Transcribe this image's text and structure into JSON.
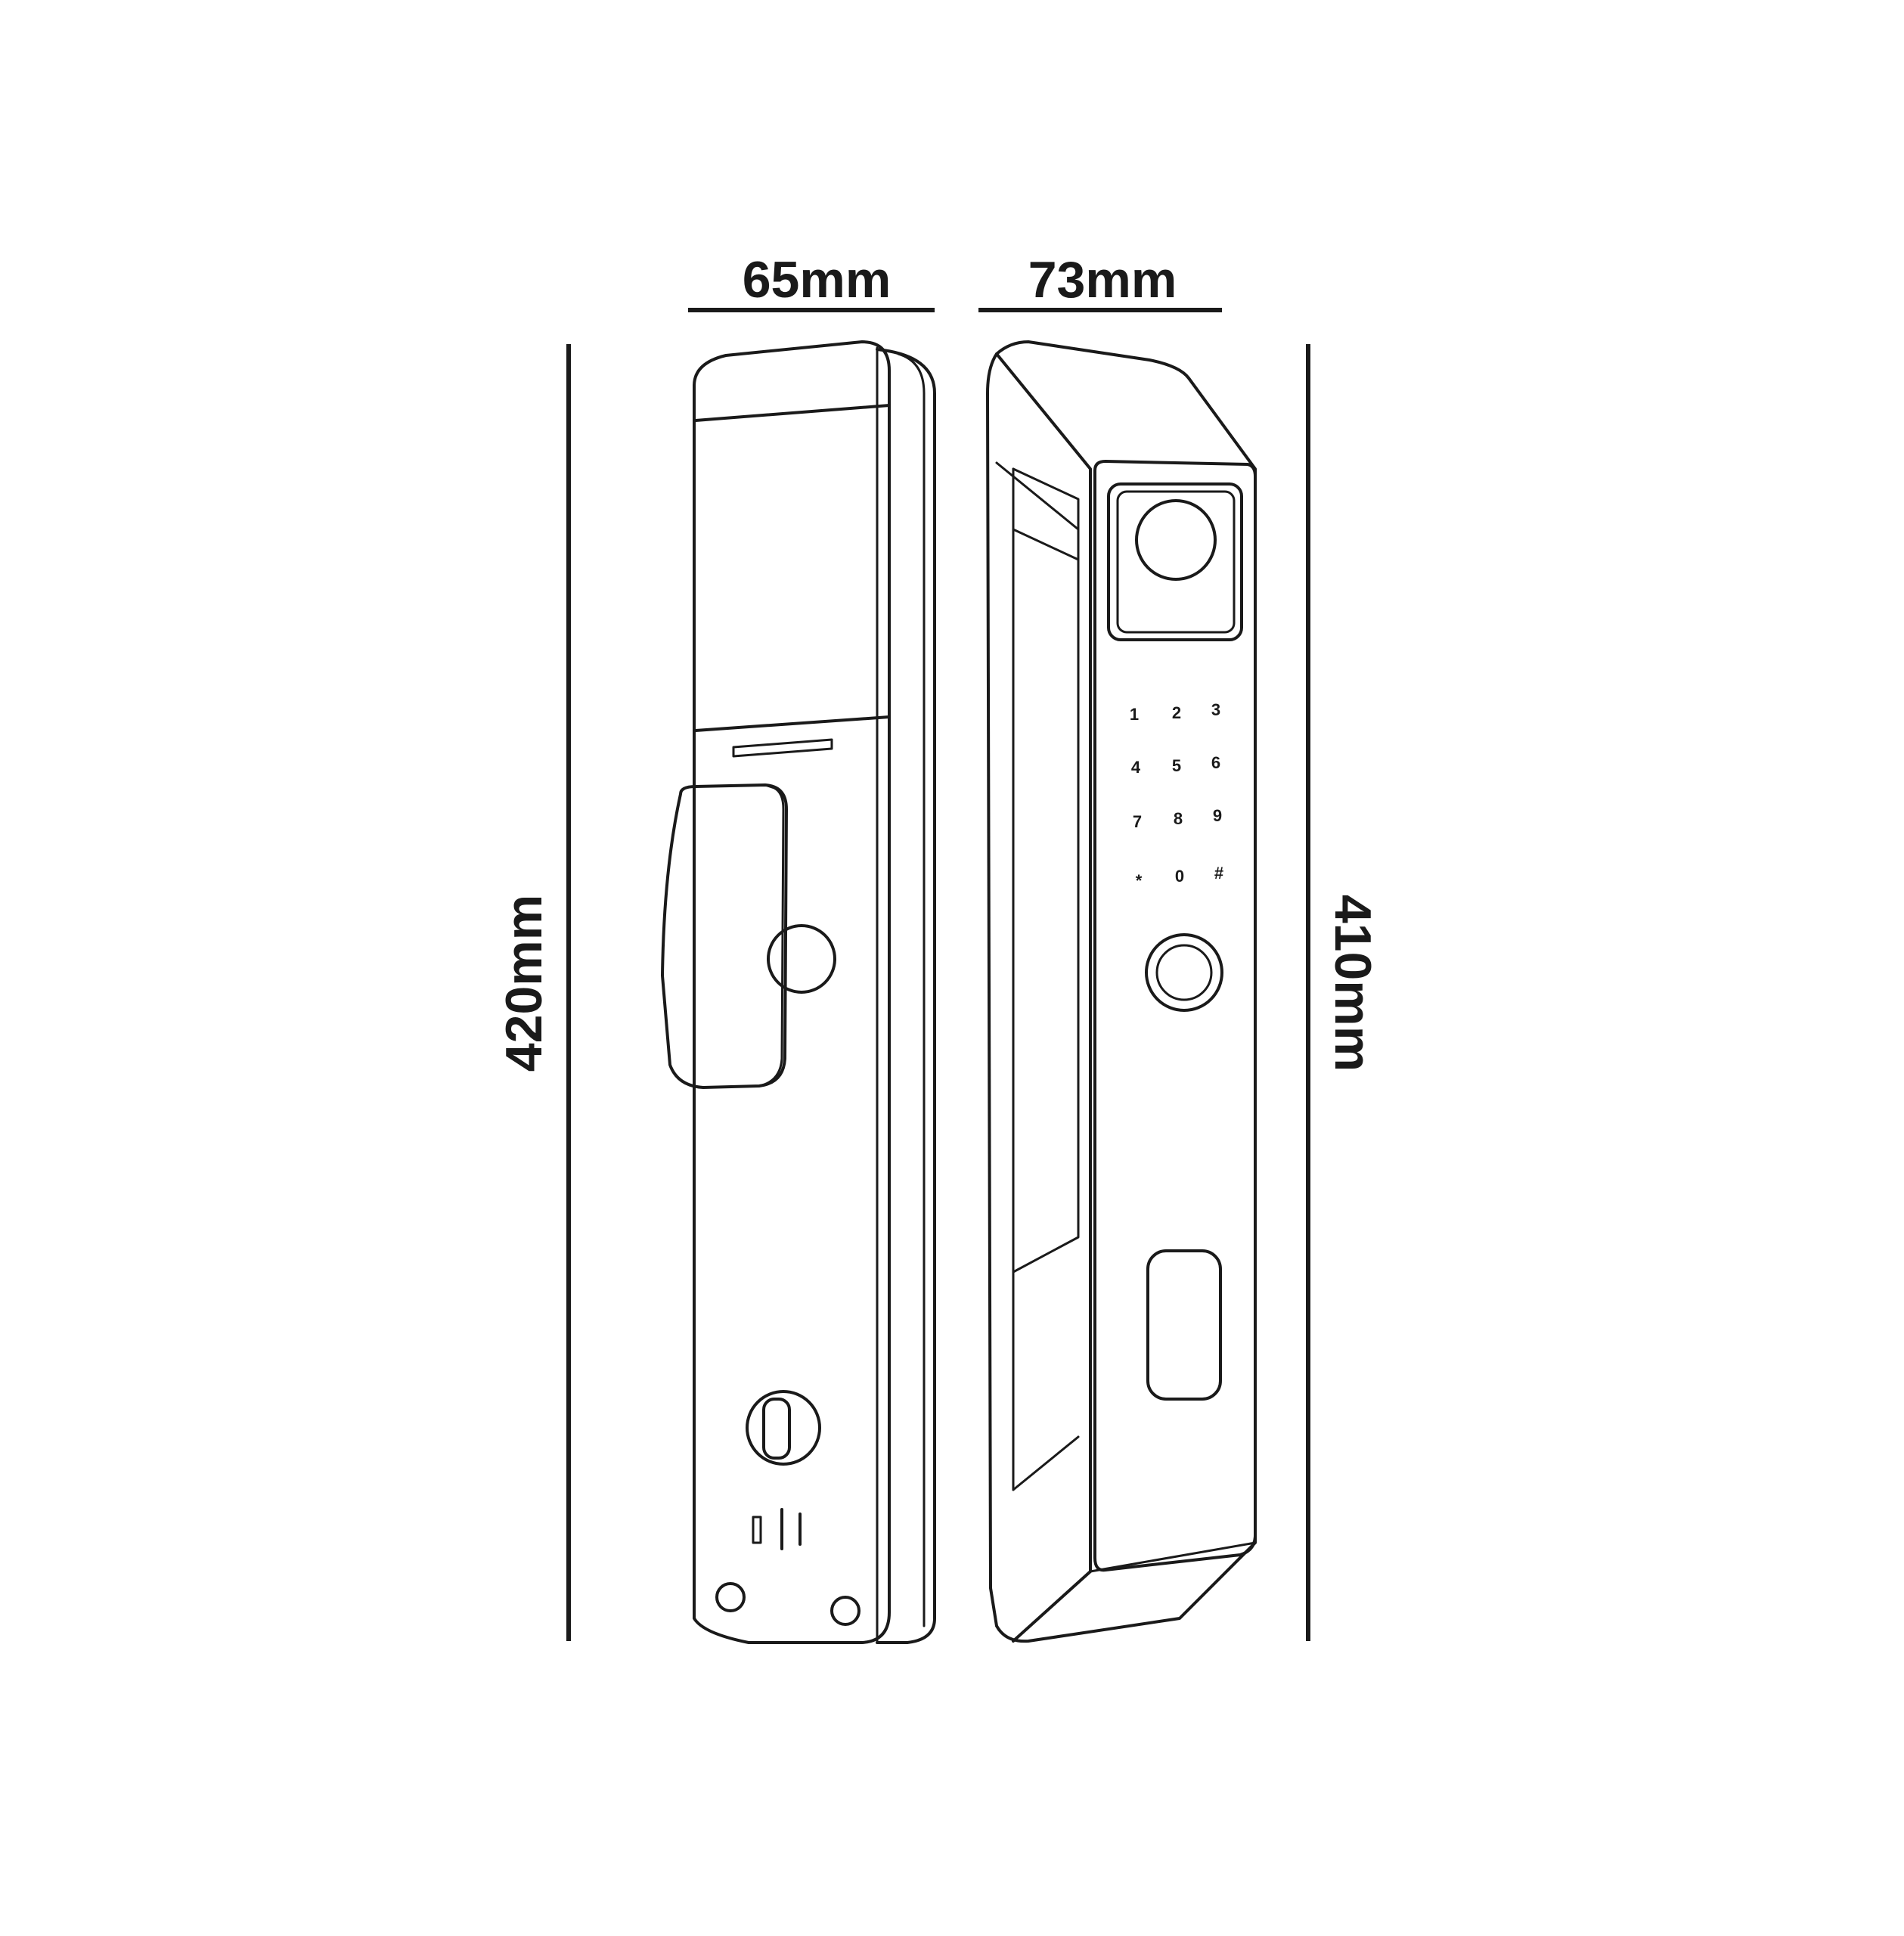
{
  "dimensions": {
    "front_width": "65mm",
    "side_width": "73mm",
    "front_height": "420mm",
    "side_height": "410mm"
  },
  "keypad": {
    "keys": [
      "1",
      "2",
      "3",
      "4",
      "5",
      "6",
      "7",
      "8",
      "9",
      "*",
      "0",
      "#"
    ]
  },
  "colors": {
    "line": "#1a1a1a",
    "background": "#ffffff"
  }
}
